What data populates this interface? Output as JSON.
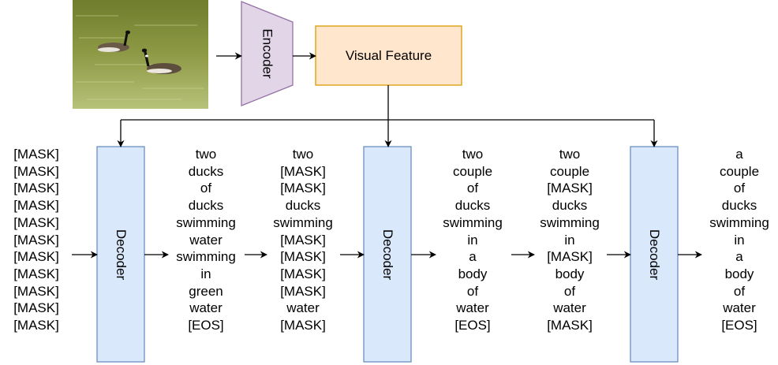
{
  "encoder_label": "Encoder",
  "feature_label": "Visual Feature",
  "decoder_label": "Decoder",
  "columns": [
    [
      "[MASK]",
      "[MASK]",
      "[MASK]",
      "[MASK]",
      "[MASK]",
      "[MASK]",
      "[MASK]",
      "[MASK]",
      "[MASK]",
      "[MASK]",
      "[MASK]"
    ],
    [
      "two",
      "ducks",
      "of",
      "ducks",
      "swimming",
      "water",
      "swimming",
      "in",
      "green",
      "water",
      "[EOS]"
    ],
    [
      "two",
      "[MASK]",
      "[MASK]",
      "ducks",
      "swimming",
      "[MASK]",
      "[MASK]",
      "[MASK]",
      "[MASK]",
      "water",
      "[MASK]"
    ],
    [
      "two",
      "couple",
      "of",
      "ducks",
      "swimming",
      "in",
      "a",
      "body",
      "of",
      "water",
      "[EOS]"
    ],
    [
      "two",
      "couple",
      "[MASK]",
      "ducks",
      "swimming",
      "in",
      "[MASK]",
      "body",
      "of",
      "water",
      "[MASK]"
    ],
    [
      "a",
      "couple",
      "of",
      "ducks",
      "swimming",
      "in",
      "a",
      "body",
      "of",
      "water",
      "[EOS]"
    ]
  ],
  "colors": {
    "encoder_fill": "#e1d5e7",
    "encoder_stroke": "#9673a6",
    "feature_fill": "#ffe6cc",
    "feature_stroke": "#d79b00",
    "decoder_fill": "#dae8fc",
    "decoder_stroke": "#6c8ebf"
  }
}
